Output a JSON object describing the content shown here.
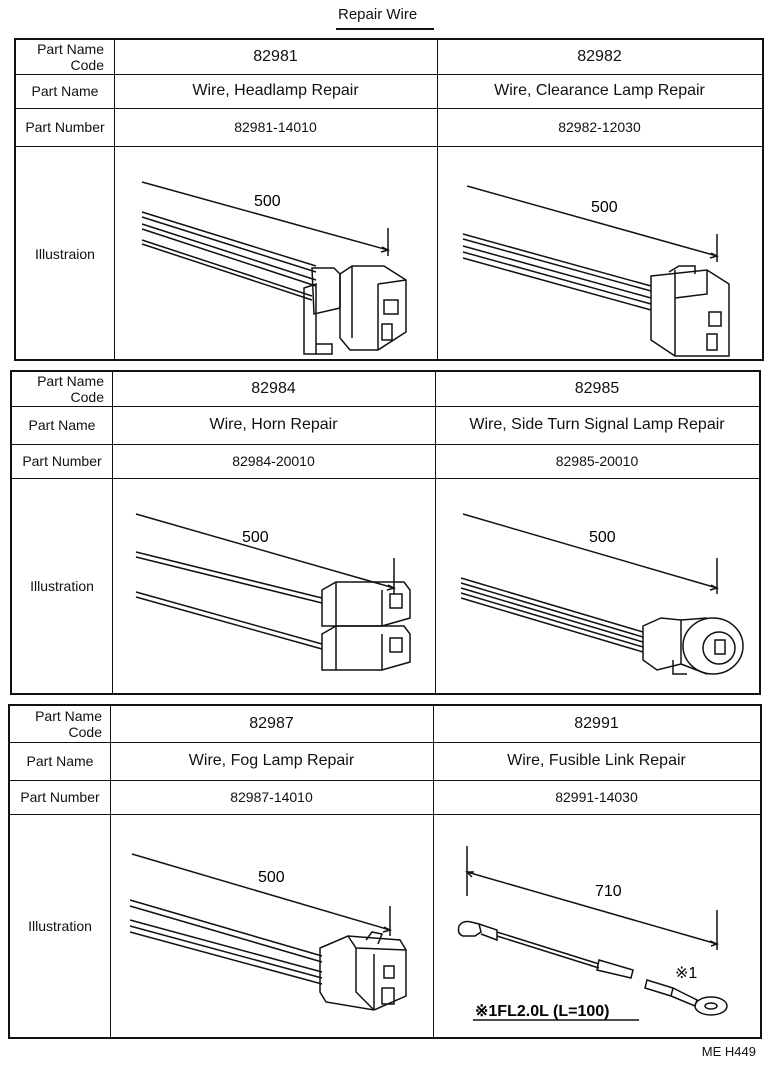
{
  "page_title": "Repair Wire",
  "footer_code": "ME  H449",
  "blocks": [
    {
      "labels": {
        "code": "Part Name Code",
        "name": "Part Name",
        "number": "Part Number",
        "illustration": "Illustraion"
      },
      "parts": [
        {
          "code": "82981",
          "name": "Wire, Headlamp Repair",
          "number": "82981-14010",
          "dimension": "500"
        },
        {
          "code": "82982",
          "name": "Wire, Clearance Lamp Repair",
          "number": "82982-12030",
          "dimension": "500"
        }
      ]
    },
    {
      "labels": {
        "code": "Part Name Code",
        "name": "Part Name",
        "number": "Part Number",
        "illustration": "Illustration"
      },
      "parts": [
        {
          "code": "82984",
          "name": "Wire, Horn Repair",
          "number": "82984-20010",
          "dimension": "500"
        },
        {
          "code": "82985",
          "name": "Wire, Side Turn Signal Lamp Repair",
          "number": "82985-20010",
          "dimension": "500"
        }
      ]
    },
    {
      "labels": {
        "code": "Part Name Code",
        "name": "Part Name",
        "number": "Part Number",
        "illustration": "Illustration"
      },
      "parts": [
        {
          "code": "82987",
          "name": "Wire, Fog Lamp Repair",
          "number": "82987-14010",
          "dimension": "500"
        },
        {
          "code": "82991",
          "name": "Wire, Fusible Link Repair",
          "number": "82991-14030",
          "dimension": "710",
          "marker": "※1",
          "note": "※1FL2.0L (L=100)"
        }
      ]
    }
  ]
}
